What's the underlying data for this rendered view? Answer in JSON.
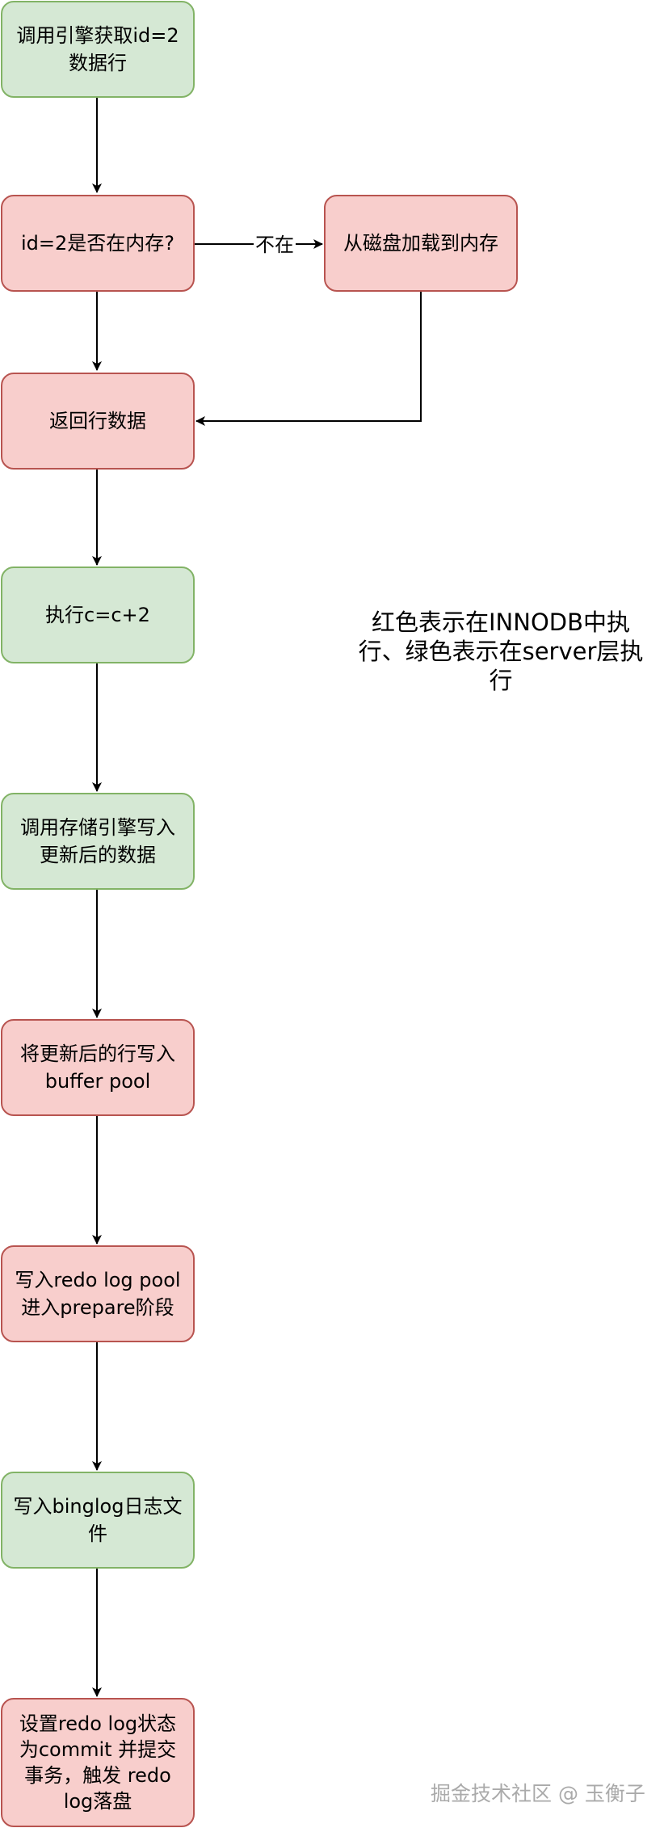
{
  "nodes": {
    "n1": {
      "text": "调用引擎获取id=2\n数据行"
    },
    "n2": {
      "text": "id=2是否在内存?"
    },
    "n3": {
      "text": "从磁盘加载到内存"
    },
    "n4": {
      "text": "返回行数据"
    },
    "n5": {
      "text": "执行c=c+2"
    },
    "n6": {
      "text": "调用存储引擎写入\n更新后的数据"
    },
    "n7": {
      "text": "将更新后的行写入\nbuffer pool"
    },
    "n8": {
      "text": "写入redo log pool\n进入prepare阶段"
    },
    "n9": {
      "text": "写入binglog日志文\n件"
    },
    "n10": {
      "text": "设置redo log状态\n为commit 并提交\n事务，触发 redo\nlog落盘"
    }
  },
  "edge_label": "不在",
  "legend": "红色表示在INNODB中执\n行、绿色表示在server层执\n行",
  "watermark": "掘金技术社区 @ 玉衡子",
  "colors": {
    "green_fill": "#d5e8d4",
    "green_stroke": "#82b366",
    "red_fill": "#f8cecc",
    "red_stroke": "#b85450"
  }
}
